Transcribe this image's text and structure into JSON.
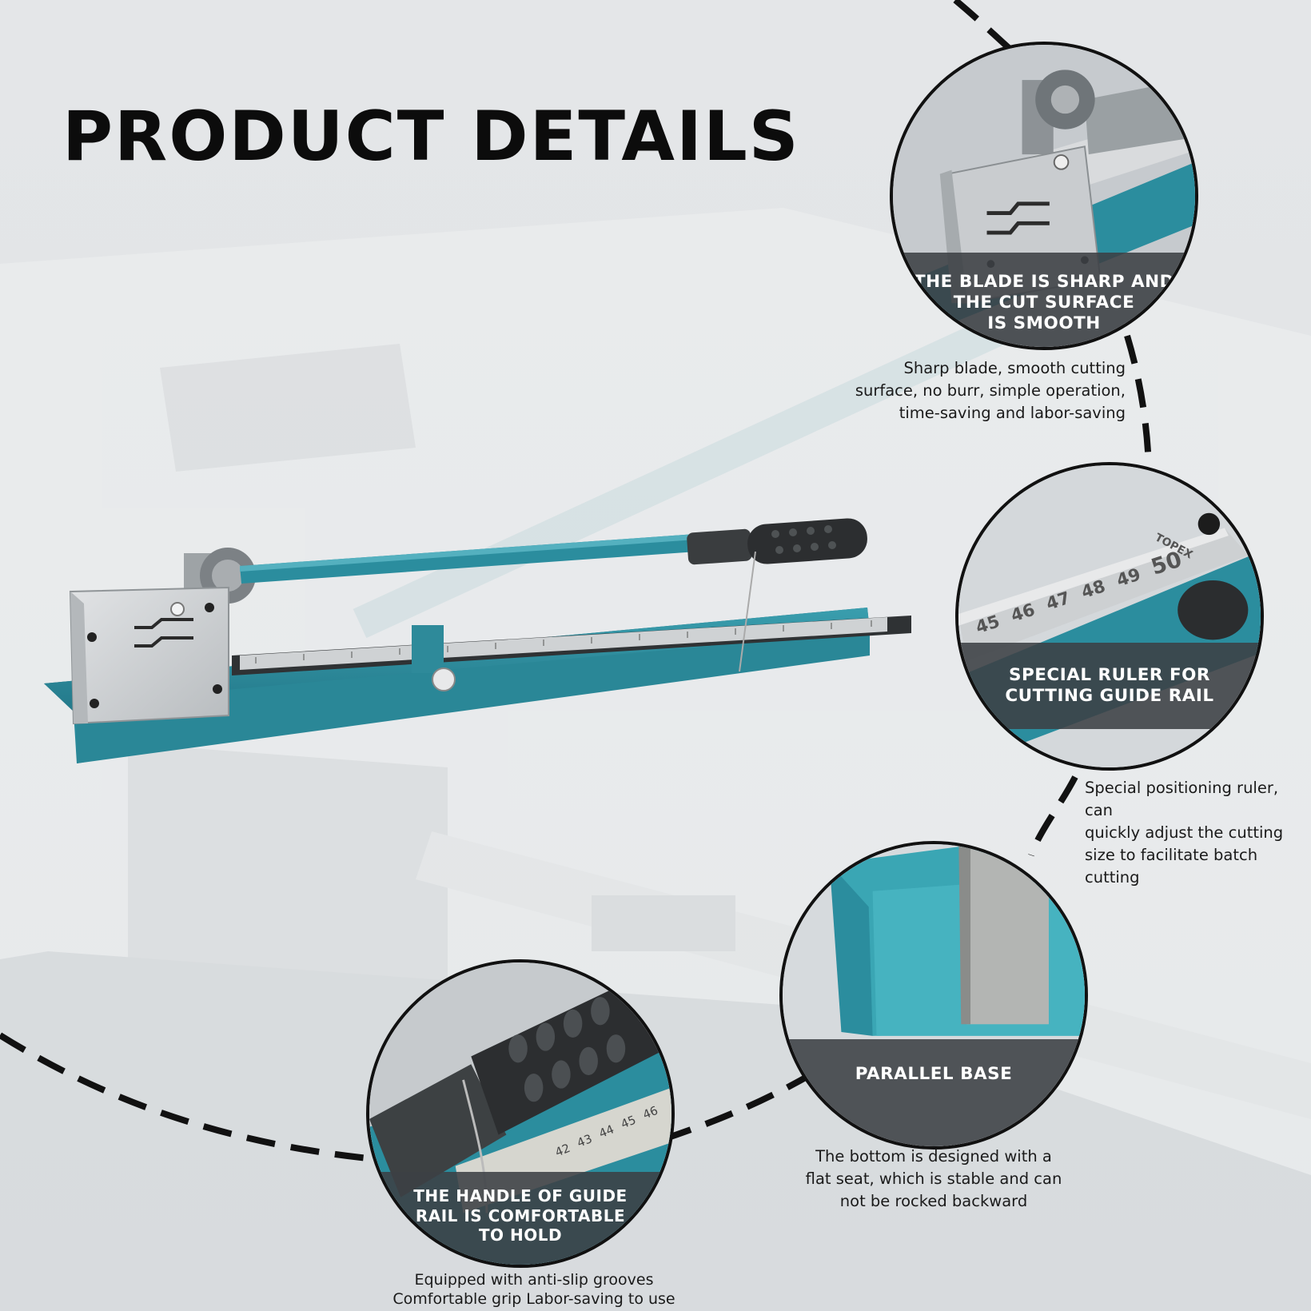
{
  "title": "PRODUCT DETAILS",
  "colors": {
    "accent_teal": "#2b8d9e",
    "band": "#3c4044",
    "steel": "#c9ccce",
    "background": "#e7eaec"
  },
  "features": [
    {
      "heading": "THE BLADE IS SHARP AND\nTHE CUT SURFACE\nIS SMOOTH",
      "description": "Sharp blade, smooth cutting\nsurface, no burr, simple operation,\ntime-saving and labor-saving"
    },
    {
      "heading": "SPECIAL RULER FOR\nCUTTING GUIDE RAIL",
      "description": "Special positioning ruler, can\nquickly adjust the cutting\nsize to facilitate batch cutting",
      "ruler_brand": "TOPEX",
      "ruler_numbers": [
        "45",
        "46",
        "47",
        "48",
        "49",
        "50"
      ]
    },
    {
      "heading": "PARALLEL BASE",
      "description": "The bottom is designed with a\nflat seat, which is stable and can\nnot be rocked backward"
    },
    {
      "heading": "THE HANDLE OF GUIDE\nRAIL IS COMFORTABLE\nTO HOLD",
      "description": "Equipped with anti-slip grooves\nComfortable grip Labor-saving to use",
      "ruler_numbers": [
        "42",
        "43",
        "44",
        "45",
        "46"
      ]
    }
  ]
}
